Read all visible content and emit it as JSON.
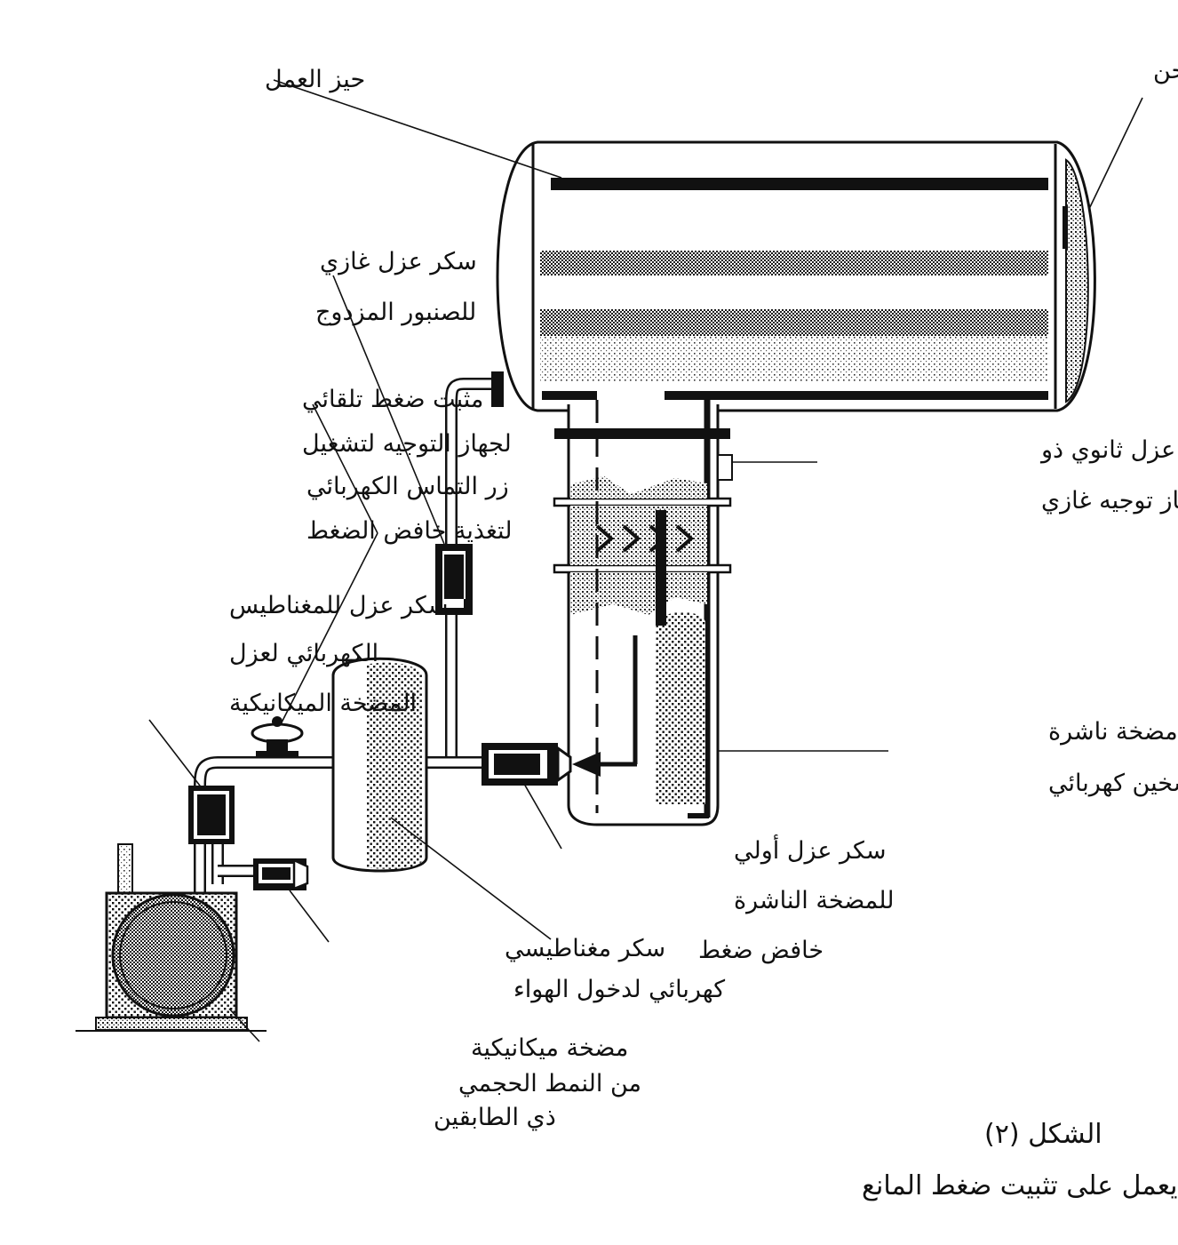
{
  "labels": {
    "work_space": "حيز  العمل",
    "load_door": "باب التحميل والشحن",
    "gas_valve_l1": "سكر عزل غازي",
    "gas_valve_l2": "للصنبور المزدوج",
    "pressure_switch_l1": "مثبت ضغط تلقائي",
    "pressure_switch_l2": "لجهاز التوجيه لتشغيل",
    "pressure_switch_l3": "زر التماس الكهربائي",
    "pressure_switch_l4": "لتغذية خافض الضغط",
    "solenoid_isolation_l1": "سكر عزل للمغناطيس",
    "solenoid_isolation_l2": "الكهربائي لعزل",
    "solenoid_isolation_l3": "المضخة الميكانيكية",
    "secondary_valve_l1": "سكر عزل ثانوي ذو",
    "secondary_valve_l2": "جهاز توجيه غازي",
    "diffusion_pump_l1": "مضخة ناشرة",
    "diffusion_pump_l2": "بتسخين كهربائي",
    "primary_valve_l1": "سكر عزل أولي",
    "primary_valve_l2": "للمضخة الناشرة",
    "pressure_reducer": "خافض ضغط",
    "air_inlet_l1": "سكر مغناطيسي",
    "air_inlet_l2": "كهربائي لدخول الهواء",
    "mech_pump_l1": "مضخة ميكانيكية",
    "mech_pump_l2": "من النمط الحجمي",
    "mech_pump_l3": "ذي الطابقين"
  },
  "caption": {
    "figure_number": "الشكل (٢)",
    "title": "جهاز يشغل آلياً يعمل على تثبيت ضغط المانع"
  }
}
